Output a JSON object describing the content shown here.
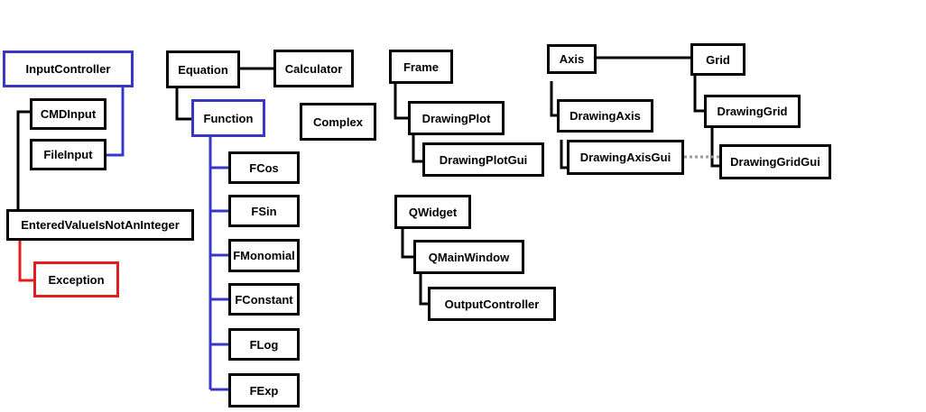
{
  "colors": {
    "line_default": "#000000",
    "line_blue": "#3838c4",
    "line_red": "#e02020",
    "dotted": "#999999"
  },
  "boxes": {
    "input_controller": "InputController",
    "cmd_input": "CMDInput",
    "file_input": "FileInput",
    "entered_value_exception": "EnteredValueIsNotAnInteger",
    "exception": "Exception",
    "equation": "Equation",
    "calculator": "Calculator",
    "function": "Function",
    "complex": "Complex",
    "fcos": "FCos",
    "fsin": "FSin",
    "fmonomial": "FMonomial",
    "fconstant": "FConstant",
    "flog": "FLog",
    "fexp": "FExp",
    "frame": "Frame",
    "drawing_plot": "DrawingPlot",
    "drawing_plot_gui": "DrawingPlotGui",
    "qwidget": "QWidget",
    "qmainwindow": "QMainWindow",
    "output_controller": "OutputController",
    "axis": "Axis",
    "drawing_axis": "DrawingAxis",
    "drawing_axis_gui": "DrawingAxisGui",
    "grid": "Grid",
    "drawing_grid": "DrawingGrid",
    "drawing_grid_gui": "DrawingGridGui"
  }
}
